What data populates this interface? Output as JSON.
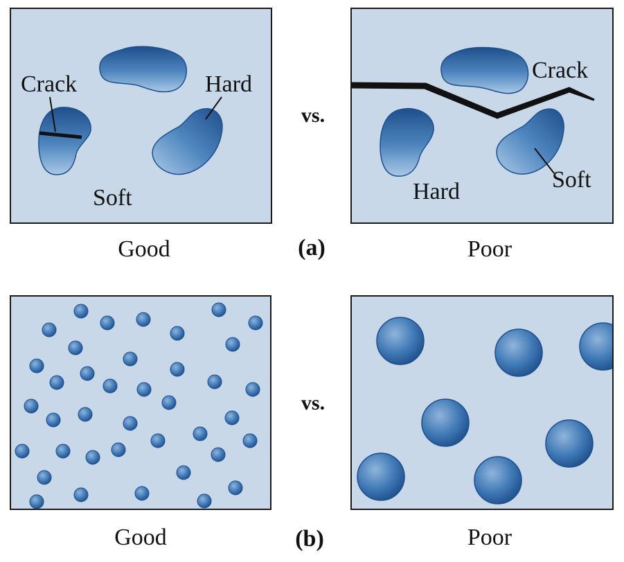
{
  "colors": {
    "panel_fill": "#c8d8e8",
    "panel_stroke": "#1a1a1a",
    "particle_light": "#a9c8e6",
    "particle_mid": "#4f86bf",
    "particle_dark": "#1e4f8c",
    "crack": "#111111"
  },
  "row_a": {
    "part_label": "(a)",
    "vs_label": "vs.",
    "left": {
      "caption": "Good",
      "labels": {
        "crack": "Crack",
        "hard": "Hard",
        "soft": "Soft"
      }
    },
    "right": {
      "caption": "Poor",
      "labels": {
        "crack": "Crack",
        "hard": "Hard",
        "soft": "Soft"
      }
    }
  },
  "row_b": {
    "part_label": "(b)",
    "vs_label": "vs.",
    "left": {
      "caption": "Good"
    },
    "right": {
      "caption": "Poor"
    }
  }
}
